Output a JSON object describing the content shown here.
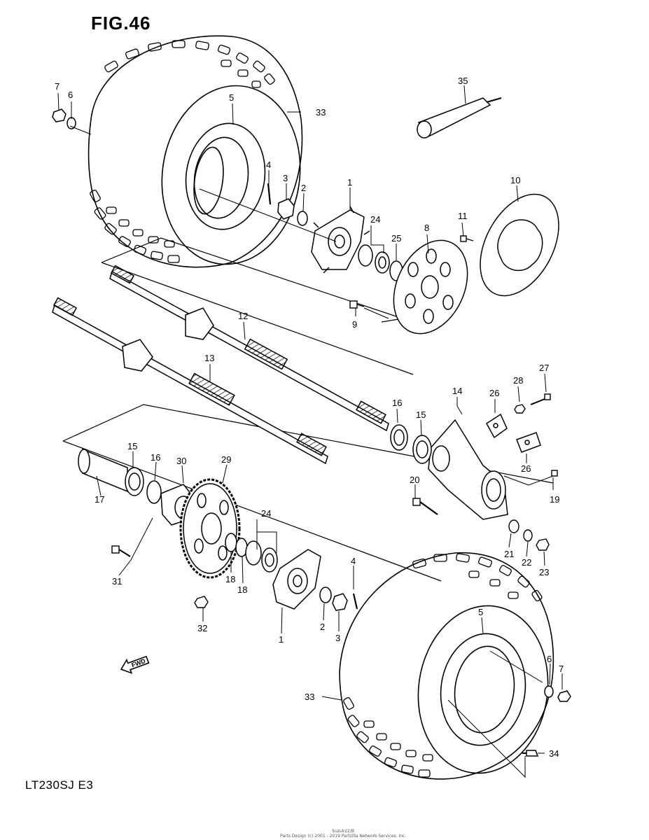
{
  "figure": {
    "title": "FIG.46",
    "model": "LT230SJ  E3"
  },
  "footer": {
    "line1": "Suzuki/2/B",
    "line2": "Parts Design (c) 2001 - 2019 Partzilla Network Services, Inc."
  },
  "fwd_label": "FWD",
  "callouts": [
    {
      "id": "c7a",
      "label": "7"
    },
    {
      "id": "c6a",
      "label": "6"
    },
    {
      "id": "c5a",
      "label": "5"
    },
    {
      "id": "c33a",
      "label": "33"
    },
    {
      "id": "c4a",
      "label": "4"
    },
    {
      "id": "c3a",
      "label": "3"
    },
    {
      "id": "c2a",
      "label": "2"
    },
    {
      "id": "c1a",
      "label": "1"
    },
    {
      "id": "c24a",
      "label": "24"
    },
    {
      "id": "c25",
      "label": "25"
    },
    {
      "id": "c8",
      "label": "8"
    },
    {
      "id": "c11",
      "label": "11"
    },
    {
      "id": "c10",
      "label": "10"
    },
    {
      "id": "c35",
      "label": "35"
    },
    {
      "id": "c9",
      "label": "9"
    },
    {
      "id": "c12",
      "label": "12"
    },
    {
      "id": "c13",
      "label": "13"
    },
    {
      "id": "c14",
      "label": "14"
    },
    {
      "id": "c16a",
      "label": "16"
    },
    {
      "id": "c15a",
      "label": "15"
    },
    {
      "id": "c26a",
      "label": "26"
    },
    {
      "id": "c28",
      "label": "28"
    },
    {
      "id": "c27",
      "label": "27"
    },
    {
      "id": "c26b",
      "label": "26"
    },
    {
      "id": "c19",
      "label": "19"
    },
    {
      "id": "c20",
      "label": "20"
    },
    {
      "id": "c21",
      "label": "21"
    },
    {
      "id": "c22",
      "label": "22"
    },
    {
      "id": "c23",
      "label": "23"
    },
    {
      "id": "c15b",
      "label": "15"
    },
    {
      "id": "c16b",
      "label": "16"
    },
    {
      "id": "c30",
      "label": "30"
    },
    {
      "id": "c29",
      "label": "29"
    },
    {
      "id": "c17",
      "label": "17"
    },
    {
      "id": "c24b",
      "label": "24"
    },
    {
      "id": "c31",
      "label": "31"
    },
    {
      "id": "c18a",
      "label": "18"
    },
    {
      "id": "c18b",
      "label": "18"
    },
    {
      "id": "c4b",
      "label": "4"
    },
    {
      "id": "c32",
      "label": "32"
    },
    {
      "id": "c2b",
      "label": "2"
    },
    {
      "id": "c3b",
      "label": "3"
    },
    {
      "id": "c1b",
      "label": "1"
    },
    {
      "id": "c5b",
      "label": "5"
    },
    {
      "id": "c6b",
      "label": "6"
    },
    {
      "id": "c7b",
      "label": "7"
    },
    {
      "id": "c33b",
      "label": "33"
    },
    {
      "id": "c34",
      "label": "34"
    }
  ]
}
